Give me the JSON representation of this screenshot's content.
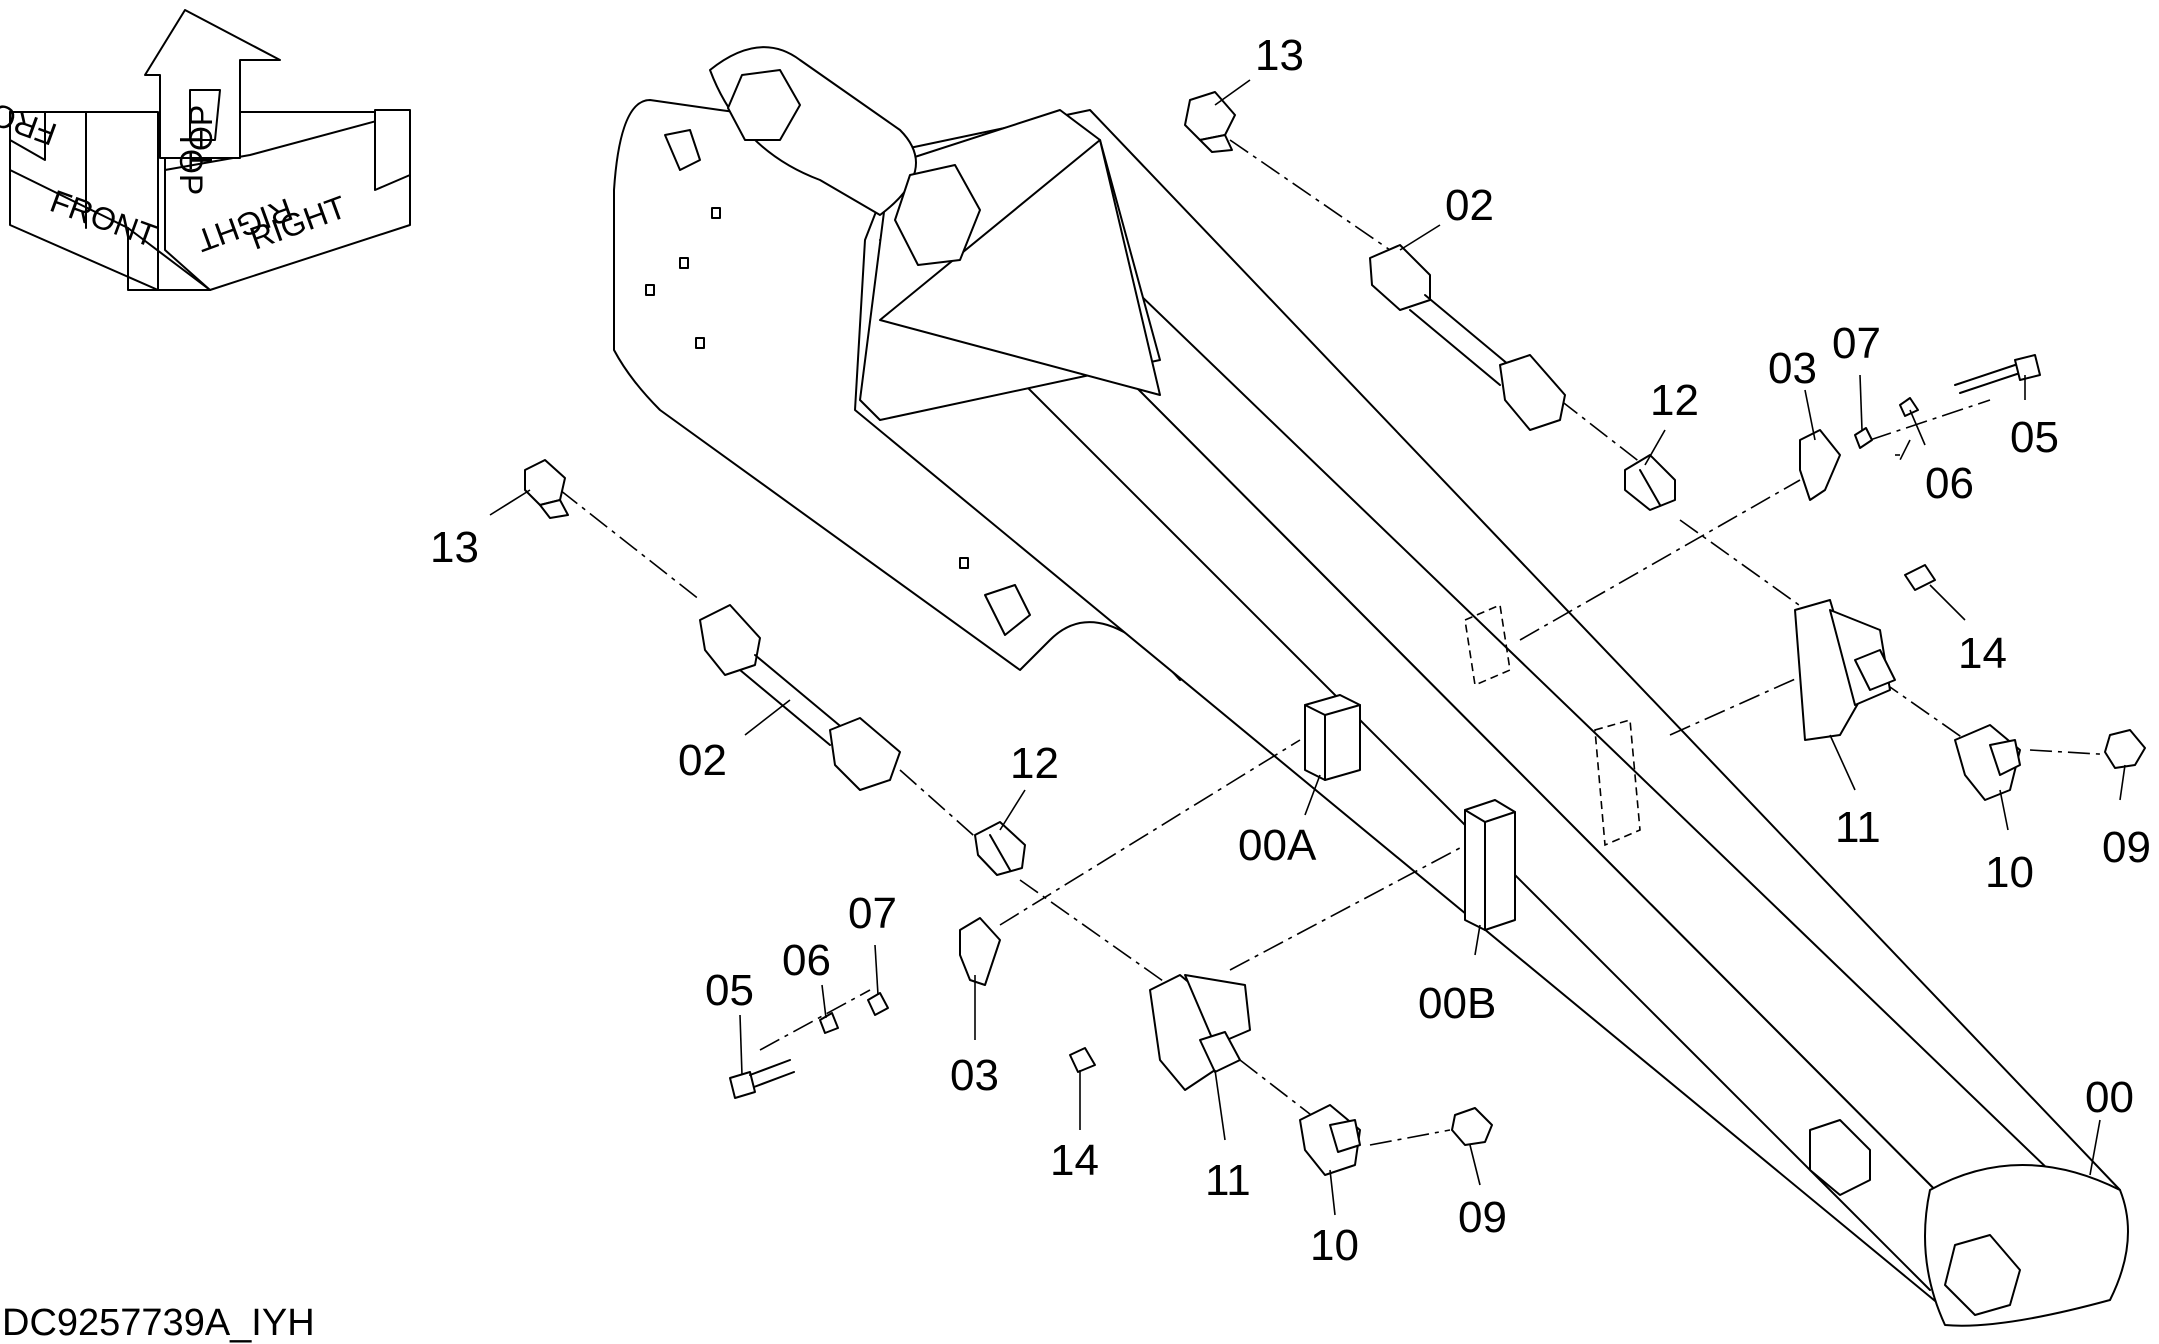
{
  "drawing_id": "DC9257739A_IYH",
  "orientation": {
    "front": "FRONT",
    "top": "TOP",
    "right": "RIGHT"
  },
  "callouts": {
    "c00": "00",
    "c00a": "00A",
    "c00b": "00B",
    "c02": "02",
    "c03": "03",
    "c05": "05",
    "c06": "06",
    "c07": "07",
    "c09": "09",
    "c10": "10",
    "c11": "11",
    "c12": "12",
    "c13": "13",
    "c14": "14"
  }
}
